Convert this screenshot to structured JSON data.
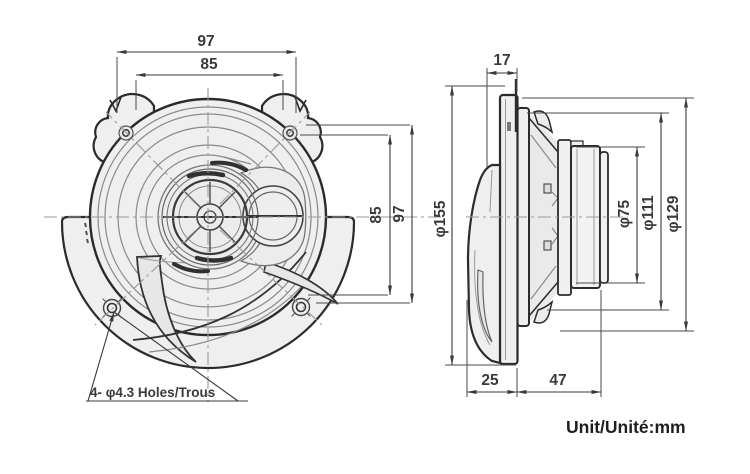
{
  "drawing": {
    "title_hint": "speaker-dimension-drawing",
    "front_view": {
      "top_width_outer": "97",
      "top_width_inner": "85",
      "right_height_inner": "85",
      "right_height_outer": "97",
      "holes_note": "4- φ4.3 Holes/Trous"
    },
    "side_view": {
      "top_depth": "17",
      "dia_grille": "φ155",
      "dia_magnet": "φ75",
      "dia_basket": "φ111",
      "dia_frame": "φ129",
      "bottom_front_depth": "25",
      "bottom_rear_depth": "47"
    },
    "unit_label": "Unit/Unité:mm",
    "colors": {
      "background": "#ffffff",
      "line_dark": "#2b2b2b",
      "line_dimension": "#3a3a3a",
      "line_detail": "#8a8a8a",
      "centerline": "#999999",
      "fill_body": "#efefef"
    }
  }
}
